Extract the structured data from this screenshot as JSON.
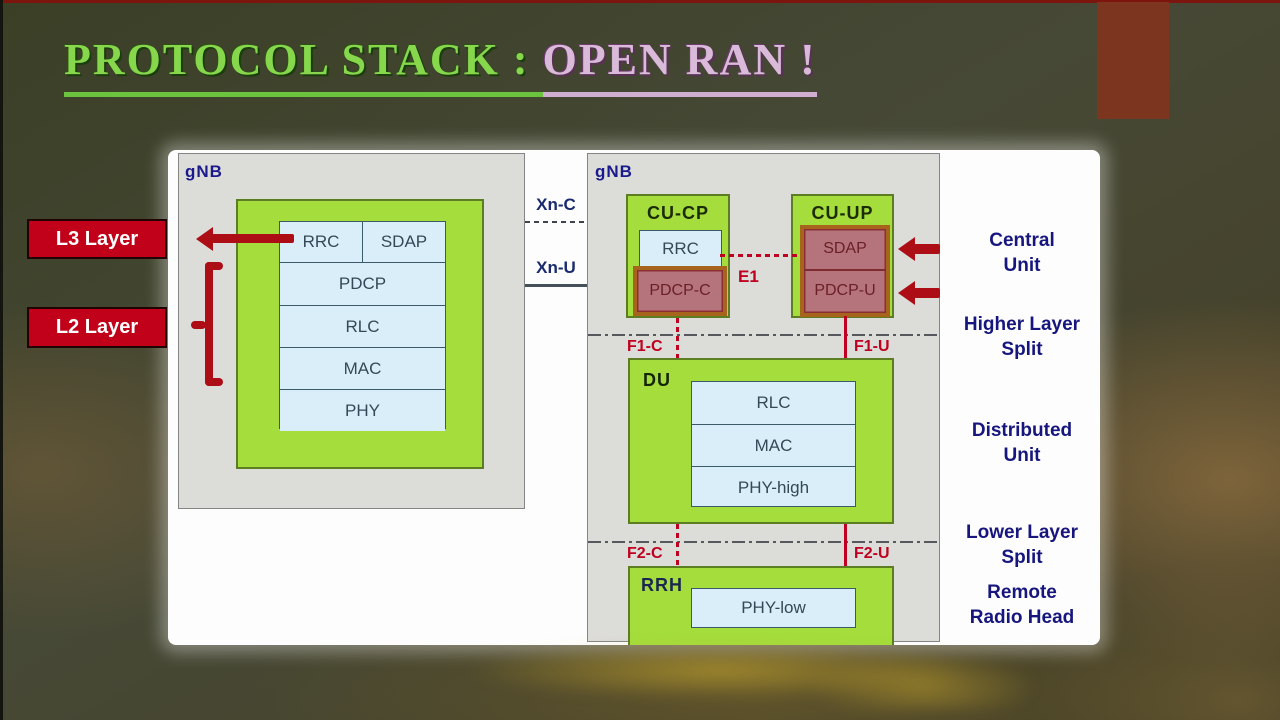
{
  "title": {
    "part1": "PROTOCOL STACK : ",
    "part2": "OPEN RAN !"
  },
  "layer_tags": {
    "l3": "L3 Layer",
    "l2": "L2 Layer"
  },
  "left_diagram": {
    "gnb_label": "gNB",
    "rrc": "RRC",
    "sdap": "SDAP",
    "layers": [
      "PDCP",
      "RLC",
      "MAC",
      "PHY"
    ]
  },
  "interfaces": {
    "xn_c": "Xn-C",
    "xn_u": "Xn-U",
    "e1": "E1",
    "f1_c": "F1-C",
    "f1_u": "F1-U",
    "f2_c": "F2-C",
    "f2_u": "F2-U"
  },
  "right_diagram": {
    "gnb_label": "gNB",
    "cu_cp": {
      "title": "CU-CP",
      "rrc": "RRC",
      "pdcp_c": "PDCP-C"
    },
    "cu_up": {
      "title": "CU-UP",
      "sdap": "SDAP",
      "pdcp_u": "PDCP-U"
    },
    "du": {
      "title": "DU",
      "layers": [
        "RLC",
        "MAC",
        "PHY-high"
      ]
    },
    "rrh": {
      "title": "RRH",
      "phy_low": "PHY-low"
    }
  },
  "unit_labels": {
    "central": [
      "Central",
      "Unit"
    ],
    "higher_split": [
      "Higher Layer",
      "Split"
    ],
    "distributed": [
      "Distributed",
      "Unit"
    ],
    "lower_split": [
      "Lower Layer",
      "Split"
    ],
    "remote": [
      "Remote",
      "Radio Head"
    ]
  },
  "colors": {
    "green_box": "#a4dd3c",
    "cell_blue": "#d9eef8",
    "maroon_cell": "#b5747c",
    "maroon_border": "#a6641c",
    "accent_red": "#c00020",
    "navy_text": "#16167e",
    "tag_red": "#c10119",
    "title_green": "#86d74c",
    "title_pink": "#d9bbd9",
    "rust_bar": "#7c351f"
  }
}
